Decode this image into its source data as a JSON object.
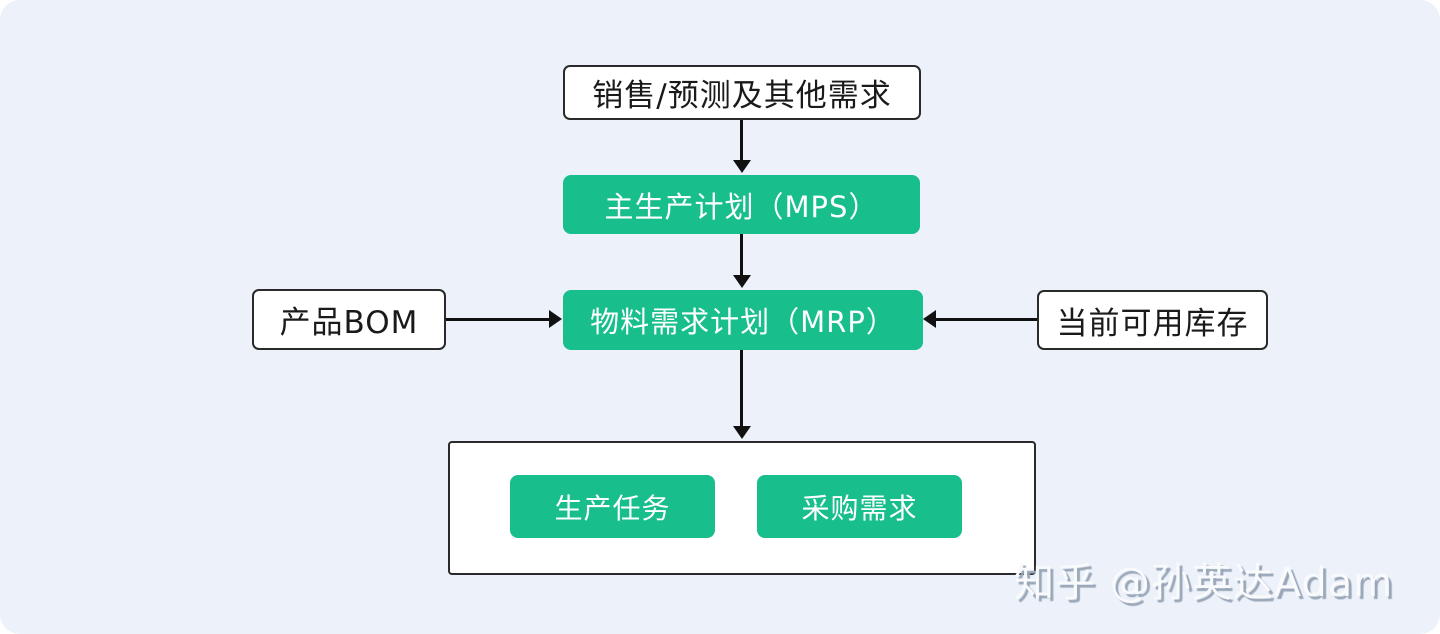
{
  "colors": {
    "green": "#18be8c",
    "canvas_bg": "#edf2fa",
    "box_border": "#2a2a2a",
    "arrow": "#111111",
    "text_dark": "#1a1a1a",
    "text_light": "#ffffff",
    "watermark_fill": "#f8fafc",
    "watermark_shadow": "#9aa7b8"
  },
  "diagram": {
    "nodes": {
      "sales_forecast": {
        "label": "销售/预测及其他需求",
        "type": "white"
      },
      "mps": {
        "label": "主生产计划（MPS）",
        "type": "green"
      },
      "mrp": {
        "label": "物料需求计划（MRP）",
        "type": "green"
      },
      "bom": {
        "label": "产品BOM",
        "type": "white"
      },
      "inventory": {
        "label": "当前可用库存",
        "type": "white"
      },
      "production_task": {
        "label": "生产任务",
        "type": "green"
      },
      "purchase_demand": {
        "label": "采购需求",
        "type": "green"
      }
    },
    "edges": [
      {
        "from": "sales_forecast",
        "to": "mps",
        "direction": "down"
      },
      {
        "from": "mps",
        "to": "mrp",
        "direction": "down"
      },
      {
        "from": "bom",
        "to": "mrp",
        "direction": "right"
      },
      {
        "from": "inventory",
        "to": "mrp",
        "direction": "left"
      },
      {
        "from": "mrp",
        "to": "results_container",
        "direction": "down"
      }
    ]
  },
  "watermark": {
    "text": "知乎 @孙英达Adam"
  }
}
